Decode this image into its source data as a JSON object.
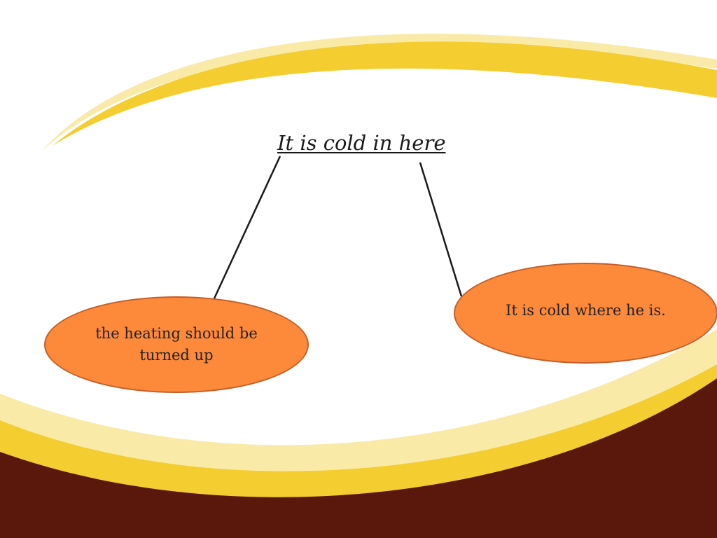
{
  "slide": {
    "title": "It is cold in here",
    "interpretations": [
      {
        "text": "the heating should be turned up"
      },
      {
        "text": "It is cold where he is."
      }
    ]
  },
  "colors": {
    "background": "#ffffff",
    "bubble_fill": "#fd8a3a",
    "bubble_border": "#c35f28",
    "swoosh_gold": "#f4cd30",
    "swoosh_pale": "#faeaa8",
    "base_brown": "#5a180c",
    "connector": "#1a1a1a"
  }
}
